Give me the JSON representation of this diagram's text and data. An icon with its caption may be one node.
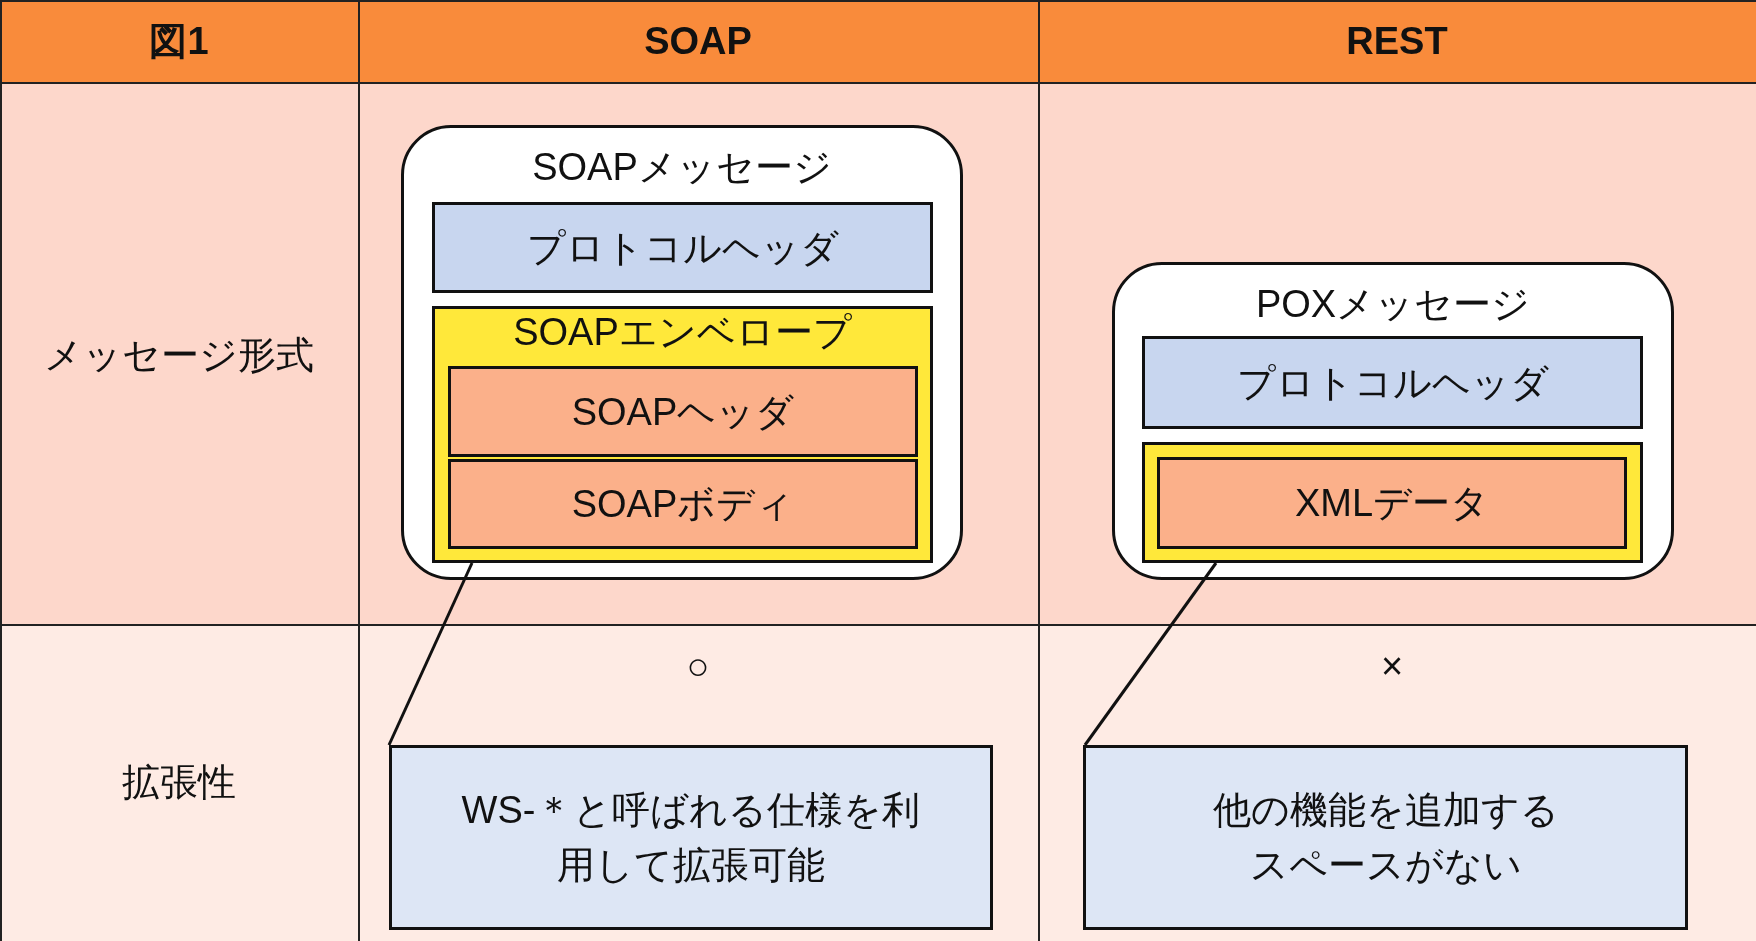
{
  "diagram": {
    "nodes": [
      {
        "text": [
          "SOAPメッセージ"
        ]
      },
      {
        "text": [
          "プロトコルヘッダ"
        ],
        "in": 0
      },
      {
        "text": [
          "SOAPエンベロープ"
        ],
        "in": 0
      },
      {
        "text": [
          "SOAPヘッダ"
        ],
        "in": 2
      },
      {
        "text": [
          "SOAPボディ"
        ],
        "in": 2
      },
      {
        "text": [
          "POXメッセージ"
        ]
      },
      {
        "text": [
          "プロトコルヘッダ"
        ],
        "in": 5
      },
      {
        "text": [],
        "shape": "box",
        "in": 5
      },
      {
        "text": [
          "XMLデータ"
        ],
        "in": 7
      },
      {
        "text": [
          "WS-＊と呼ばれる仕様を利用して拡張可能"
        ]
      },
      {
        "text": [
          "他の機能を追加するスペースがない"
        ]
      }
    ],
    "edges": [
      {
        "from": 9,
        "to": 2,
        "arrow": "none"
      },
      {
        "from": 10,
        "to": 7,
        "arrow": "none"
      }
    ],
    "labels": [
      "図1",
      "SOAP",
      "REST",
      "メッセージ形式",
      "○",
      "×",
      "拡張性"
    ]
  }
}
